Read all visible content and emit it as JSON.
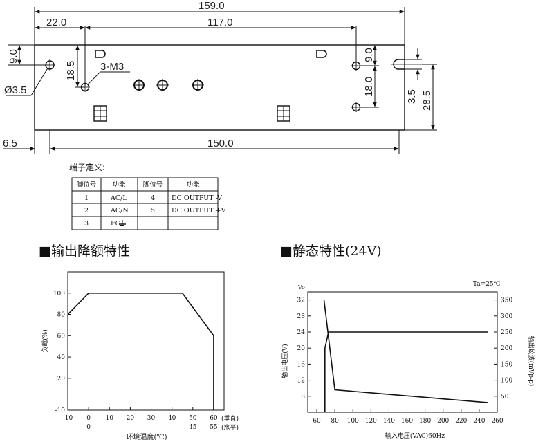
{
  "drawing": {
    "dims": {
      "overall_width": "159.0",
      "left_offset": "22.0",
      "hole_spacing": "117.0",
      "top_hole_left": "9.0",
      "left_hole_height": "18.5",
      "screw_label": "3-M3",
      "hole_diameter": "Ø3.5",
      "right_top": "9.0",
      "right_spacing": "18.0",
      "slot_width": "3.5",
      "height": "28.5",
      "bottom_left": "6.5",
      "bottom_width": "150.0"
    }
  },
  "terminal": {
    "title": "端子定义:",
    "headers": [
      "脚位号",
      "功能",
      "脚位号",
      "功能"
    ],
    "rows": [
      [
        "1",
        "AC/L",
        "4",
        "DC OUTPUT -V"
      ],
      [
        "2",
        "AC/N",
        "5",
        "DC OUTPUT +V"
      ],
      [
        "3",
        "FG",
        "",
        ""
      ]
    ]
  },
  "derating": {
    "heading": "■输出降额特性"
  },
  "static": {
    "heading": "■静态特性(24V)"
  },
  "chart_data": [
    {
      "type": "line",
      "title": "输出降额特性",
      "xlabel": "环境温度(℃)",
      "ylabel": "负载(%)",
      "x_ticks": [
        "-10",
        "0",
        "10",
        "20",
        "30",
        "40",
        "50",
        "60"
      ],
      "x_ticks_secondary": [
        "0",
        "45",
        "55"
      ],
      "x_legend": [
        "(垂直)",
        "(水平)"
      ],
      "y_ticks": [
        "-10",
        "20",
        "40",
        "60",
        "80",
        "100"
      ],
      "xlim": [
        -10,
        65
      ],
      "ylim": [
        -10,
        120
      ],
      "series": [
        {
          "x": [
            -10,
            0,
            45,
            60,
            60
          ],
          "y": [
            80,
            100,
            100,
            60,
            -10
          ]
        }
      ]
    },
    {
      "type": "line",
      "title": "静态特性(24V)",
      "xlabel": "输入电压(VAC)60Hz",
      "ylabel": "输出电压(V)",
      "y2label": "输出纹波(mVp-p)",
      "y_top_label": "Vo",
      "annotation": "Ta=25℃",
      "x_ticks": [
        "60",
        "80",
        "100",
        "120",
        "140",
        "160",
        "180",
        "200",
        "220",
        "240",
        "260"
      ],
      "y_ticks": [
        "8",
        "12",
        "16",
        "20",
        "24",
        "28",
        "32"
      ],
      "y2_ticks": [
        "50",
        "100",
        "150",
        "200",
        "250",
        "300",
        "350"
      ],
      "xlim": [
        50,
        260
      ],
      "ylim": [
        4,
        34
      ],
      "y2lim": [
        0,
        375
      ],
      "series": [
        {
          "x": [
            69,
            69,
            73,
            250
          ],
          "y": [
            4,
            20,
            24,
            24
          ]
        },
        {
          "x": [
            68,
            80,
            250
          ],
          "y2": [
            350,
            70,
            30
          ]
        }
      ]
    }
  ]
}
